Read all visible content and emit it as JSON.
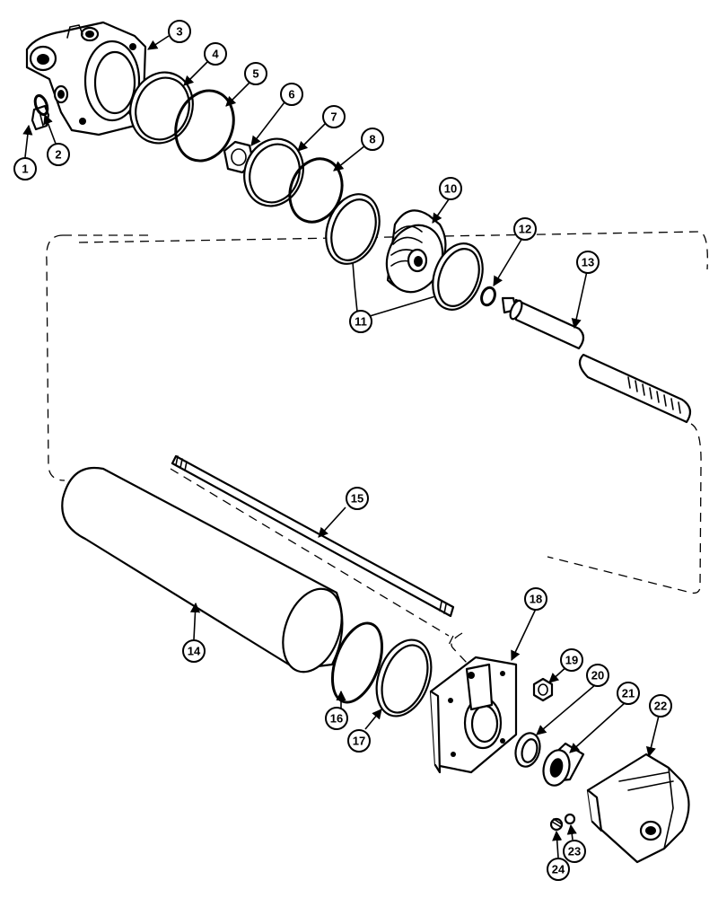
{
  "callouts": [
    "1",
    "2",
    "3",
    "4",
    "5",
    "6",
    "7",
    "8",
    "10",
    "11",
    "12",
    "13",
    "14",
    "15",
    "16",
    "17",
    "18",
    "19",
    "20",
    "21",
    "22",
    "23",
    "24"
  ],
  "line_color": "#000000",
  "background_color": "#ffffff"
}
